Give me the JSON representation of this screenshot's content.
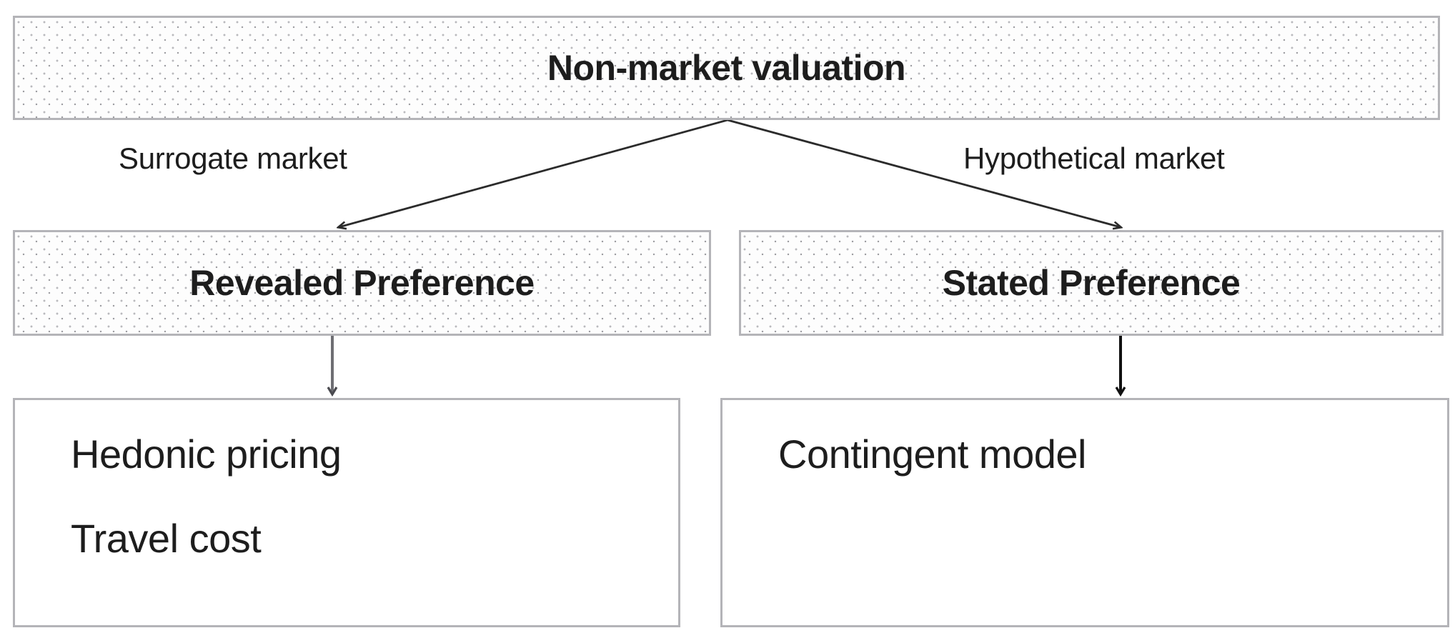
{
  "diagram": {
    "type": "hierarchy-flowchart",
    "title": "Non-market valuation",
    "root": {
      "id": "root",
      "label": "Non-market valuation",
      "style": "stippled-box",
      "bold": true
    },
    "branches": [
      {
        "id": "revealed-preference",
        "edge_label": "Surrogate market",
        "label": "Revealed Preference",
        "style": "stippled-box",
        "bold": true,
        "methods_box": {
          "id": "rp-methods",
          "style": "plain-box",
          "methods": [
            "Hedonic pricing",
            "Travel cost"
          ]
        }
      },
      {
        "id": "stated-preference",
        "edge_label": "Hypothetical market",
        "label": "Stated Preference",
        "style": "stippled-box",
        "bold": true,
        "methods_box": {
          "id": "sp-methods",
          "style": "plain-box",
          "methods": [
            "Contingent model"
          ]
        }
      }
    ],
    "connectors": [
      {
        "id": "root-to-revealed",
        "kind": "diagonal-arrow",
        "from": "root",
        "to": "revealed-preference",
        "label": "Surrogate market",
        "direction": "down-left"
      },
      {
        "id": "root-to-stated",
        "kind": "diagonal-arrow",
        "from": "root",
        "to": "stated-preference",
        "label": "Hypothetical market",
        "direction": "down-right"
      },
      {
        "id": "revealed-to-rp-methods",
        "kind": "vertical-arrow",
        "from": "revealed-preference",
        "to": "rp-methods",
        "direction": "down"
      },
      {
        "id": "stated-to-sp-methods",
        "kind": "vertical-arrow",
        "from": "stated-preference",
        "to": "sp-methods",
        "direction": "down"
      }
    ],
    "colors": {
      "box_border": "#b4b4b8",
      "box_fill_stippled": "#fdfdfd",
      "box_fill_plain": "#ffffff",
      "text": "#1d1d1d",
      "connector": "#2b2b2b",
      "connector_gray": "#6e6e73",
      "page_background": "#ffffff"
    }
  }
}
